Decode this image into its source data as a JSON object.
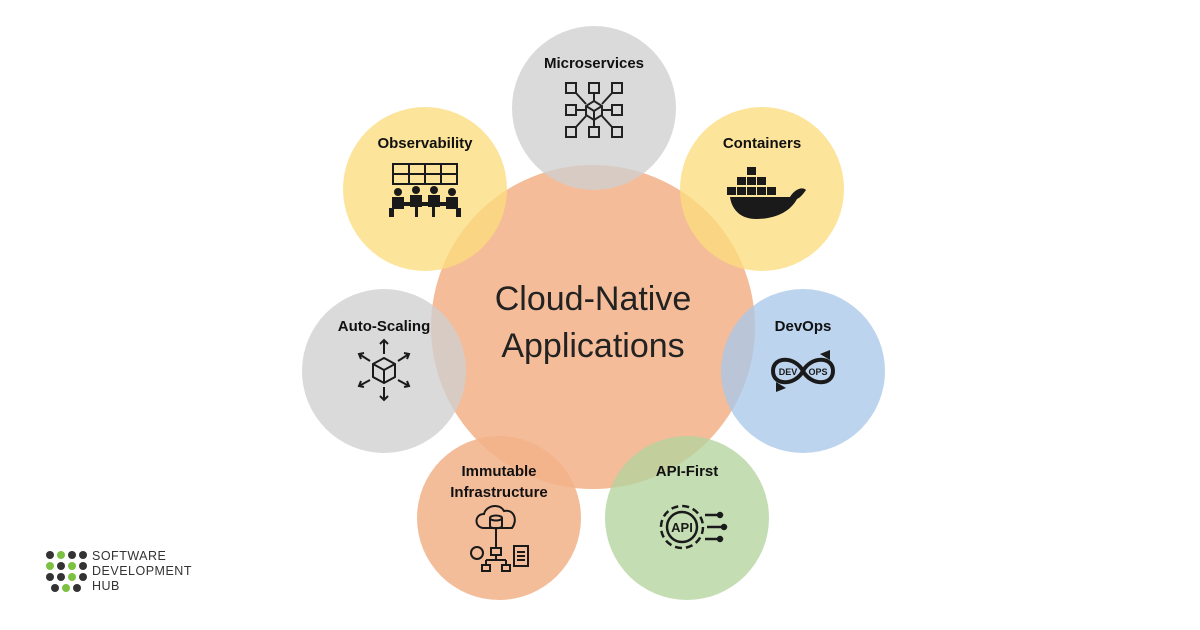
{
  "diagram": {
    "center": {
      "line1": "Cloud-Native",
      "line2": "Applications",
      "color": "#F4BC98"
    },
    "nodes": [
      {
        "id": "microservices",
        "label": "Microservices",
        "icon": "microservices-icon",
        "color": "#CFCFCF"
      },
      {
        "id": "containers",
        "label": "Containers",
        "icon": "docker-whale-icon",
        "color": "#FBDD7E"
      },
      {
        "id": "devops",
        "label": "DevOps",
        "icon": "devops-loop-icon",
        "color": "#A9C8E9"
      },
      {
        "id": "api-first",
        "label": "API-First",
        "icon": "api-gear-icon",
        "color": "#B4D49E"
      },
      {
        "id": "immutable-infrastructure",
        "label": "Immutable",
        "label2": "Infrastructure",
        "icon": "database-cloud-icon",
        "color": "#F2B288"
      },
      {
        "id": "auto-scaling",
        "label": "Auto-Scaling",
        "icon": "scaling-cube-icon",
        "color": "#CFCFCF"
      },
      {
        "id": "observability",
        "label": "Observability",
        "icon": "monitoring-room-icon",
        "color": "#FBDD7E"
      }
    ]
  },
  "logo": {
    "line1": "SOFTWARE",
    "line2": "DEVELOPMENT",
    "line3": "HUB",
    "icon": "sdh-logo-icon",
    "accent": "#7CC242",
    "dark": "#333333"
  }
}
